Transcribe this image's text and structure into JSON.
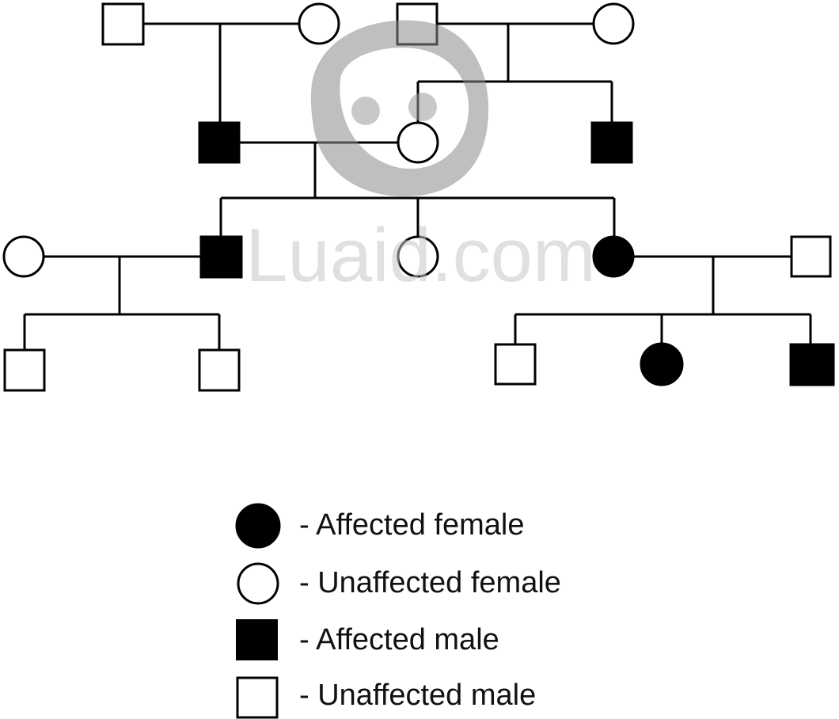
{
  "legend": {
    "affected_female": "- Affected female",
    "unaffected_female": "- Unaffected female",
    "affected_male": "- Affected male",
    "unaffected_male": "- Unaffected male"
  },
  "watermark": {
    "text": "Luaid.com"
  },
  "colors": {
    "affected": "#000000",
    "unaffected": "#ffffff",
    "line": "#000000",
    "watermark": "#c8c8c8"
  }
}
